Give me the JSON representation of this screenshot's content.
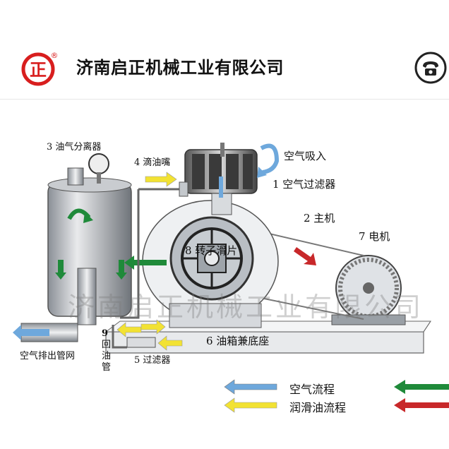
{
  "header": {
    "logo_glyph": "正",
    "logo_registered": "®",
    "company_name": "济南启正机械工业有限公司",
    "phone_icon": "phone-icon"
  },
  "diagram": {
    "labels": {
      "separator": "3 油气分离器",
      "drip_nozzle": "4 滴油嘴",
      "air_intake": "空气吸入",
      "air_filter": "1 空气过滤器",
      "main_unit": "2 主机",
      "motor": "7 电机",
      "rotor_vane": "8 转子滑片",
      "oil_tank_base": "6 油箱兼底座",
      "oil_return_num": "9",
      "oil_return_a": "回",
      "oil_return_b": "油",
      "oil_return_c": "管",
      "filter": "5 过滤器",
      "exhaust_pipe": "空气排出管网"
    },
    "watermark": "济南启正机械工业有限公司",
    "legend": {
      "air_flow": "空气流程",
      "lube_flow": "润滑油流程"
    },
    "colors": {
      "air": "#6ea8dc",
      "oil": "#f2e233",
      "green": "#1f8a3a",
      "red": "#c8282a",
      "brand_red": "#d81e1e"
    }
  }
}
